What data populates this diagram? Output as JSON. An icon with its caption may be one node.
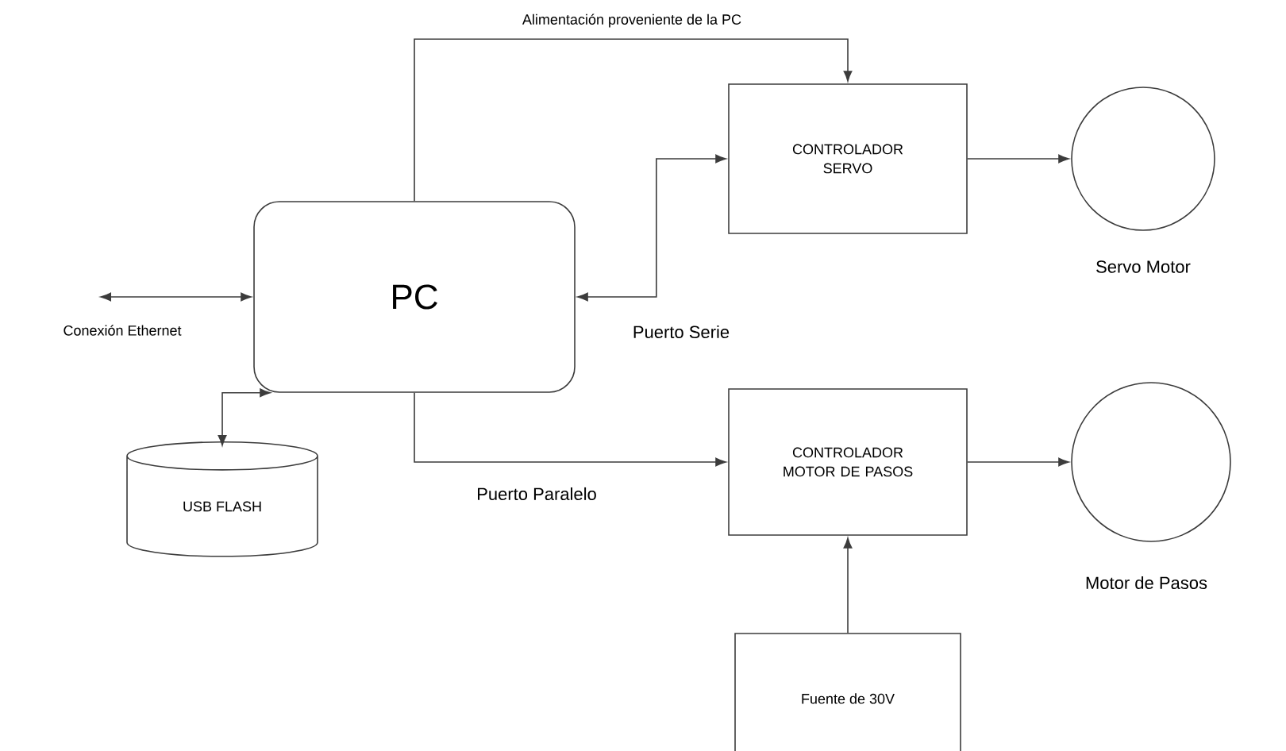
{
  "diagram": {
    "nodes": [
      {
        "text": [
          "PC"
        ]
      },
      {
        "text": [
          "CONTROLADOR SERVO"
        ]
      },
      {
        "text": [],
        "shape": "circle",
        "beside": [
          "Servo Motor"
        ]
      },
      {
        "text": [
          "CONTROLADOR MOTOR DE PASOS"
        ]
      },
      {
        "text": [],
        "shape": "circle",
        "beside": [
          "Motor de Pasos"
        ]
      },
      {
        "text": [
          "USB FLASH"
        ]
      },
      {
        "text": [
          "Fuente de 30V"
        ]
      }
    ],
    "edges": [
      {
        "from": null,
        "to": 0,
        "arrow": "both",
        "label": "Conexión Ethernet"
      },
      {
        "from": 0,
        "to": 1,
        "arrow": "to",
        "label": "Alimentación proveniente de la PC"
      },
      {
        "from": 0,
        "to": 1,
        "arrow": "both",
        "label": "Puerto Serie"
      },
      {
        "from": 0,
        "to": 3,
        "arrow": "to",
        "label": "Puerto Paralelo"
      },
      {
        "from": 0,
        "to": 5,
        "arrow": "both"
      },
      {
        "from": 1,
        "to": 2,
        "arrow": "to"
      },
      {
        "from": 3,
        "to": 4,
        "arrow": "to"
      },
      {
        "from": 6,
        "to": 3,
        "arrow": "to"
      }
    ]
  }
}
